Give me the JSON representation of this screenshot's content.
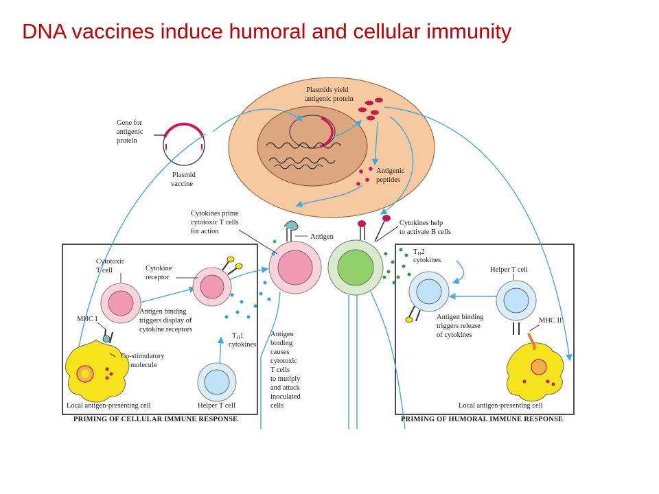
{
  "title": "DNA vaccines induce humoral and cellular immunity",
  "colors": {
    "title": "#c00000",
    "arrow": "#3fa9e0",
    "outer_cell": "#f7c9a0",
    "nucleus": "#dca77e",
    "plasmid": "#d6135a",
    "antigen_presenting_cell": "#f5e41c",
    "cytotoxic_cell": "#f7b7cb",
    "helper_cell": "#bfe3f7",
    "b_cell": "#92d16a",
    "cytokine_dot": "#2aa1d8",
    "th2_dot": "#2e9b3a"
  },
  "labels": {
    "gene_for_antigenic_protein": [
      "Gene for",
      "antigenic",
      "protein"
    ],
    "plasmid_vaccine": [
      "Plasmid",
      "vaccine"
    ],
    "plasmids_yield": [
      "Plasmids yield",
      "antigenic protein"
    ],
    "antigenic_peptides": [
      "Antigenic",
      "peptides"
    ],
    "cytokines_prime": [
      "Cytokines prime",
      "cytotoxic T cells",
      "for action"
    ],
    "antigen": "Antigen",
    "cytokines_help": [
      "Cytokines help",
      "to activate B cells"
    ],
    "antigen_binding_causes": [
      "Antigen",
      "binding",
      "causes",
      "cytotoxic",
      "T cells",
      "to mutiply",
      "and attack",
      "inoculated",
      "cells"
    ]
  },
  "left_panel": {
    "cytotoxic_t_cell": [
      "Cytotoxic",
      "T cell"
    ],
    "cytokine_receptor": [
      "Cytokine",
      "receptor"
    ],
    "antigen_binding_display": [
      "Antigen binding",
      "triggers display of",
      "cytokine receptors"
    ],
    "mhc_i": "MHC I",
    "th1_main": "T",
    "th1_sub": "H",
    "th1_num": "1",
    "th1_cytokines": "cytokines",
    "co_stimulatory": [
      "Co-stimulatory",
      "molecule"
    ],
    "local_apc": "Local antigen-presenting cell",
    "helper_t_cell": "Helper T cell",
    "caption": "PRIMING OF CELLULAR IMMUNE RESPONSE"
  },
  "right_panel": {
    "th2_main": "T",
    "th2_sub": "H",
    "th2_num": "2",
    "th2_cytokines": "cytokines",
    "helper_t_cell": "Helper T cell",
    "antigen_binding_release": [
      "Antigen binding",
      "triggers release",
      "of cytokines"
    ],
    "mhc_ii": "MHC II",
    "local_apc": "Local antigen-presenting cell",
    "caption": "PRIMING OF HUMORAL IMMUNE RESPONSE"
  }
}
